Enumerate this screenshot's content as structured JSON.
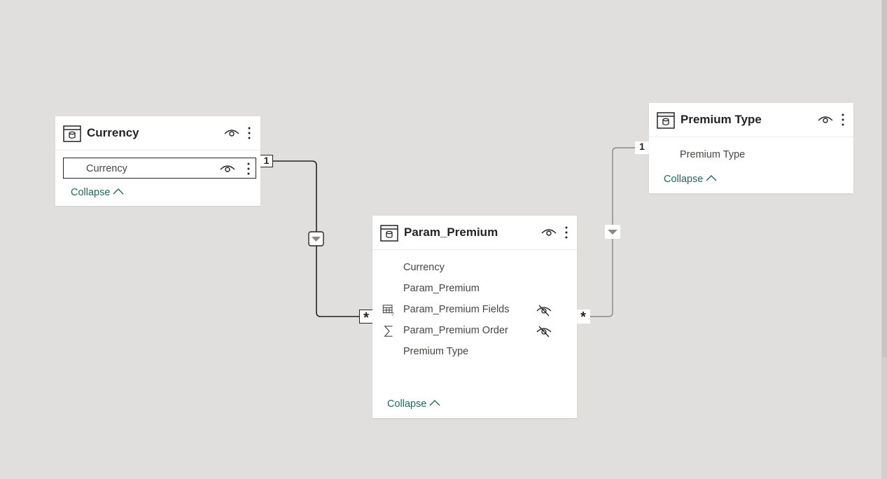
{
  "tables": {
    "currency": {
      "title": "Currency",
      "fields": [
        {
          "label": "Currency"
        }
      ],
      "collapse_label": "Collapse"
    },
    "param_premium": {
      "title": "Param_Premium",
      "fields": [
        {
          "label": "Currency",
          "icon": "none",
          "hidden": false
        },
        {
          "label": "Param_Premium",
          "icon": "none",
          "hidden": false
        },
        {
          "label": "Param_Premium Fields",
          "icon": "field-parameter-icon",
          "hidden": true
        },
        {
          "label": "Param_Premium Order",
          "icon": "sigma-icon",
          "hidden": true
        },
        {
          "label": "Premium Type",
          "icon": "none",
          "hidden": false
        }
      ],
      "collapse_label": "Collapse"
    },
    "premium_type": {
      "title": "Premium Type",
      "fields": [
        {
          "label": "Premium Type"
        }
      ],
      "collapse_label": "Collapse"
    }
  },
  "relationships": [
    {
      "from": "Currency",
      "to": "Param_Premium",
      "one_label": "1",
      "many_label": "*",
      "direction": "single",
      "active": true
    },
    {
      "from": "Premium Type",
      "to": "Param_Premium",
      "one_label": "1",
      "many_label": "*",
      "direction": "single",
      "active": true
    }
  ],
  "colors": {
    "canvas": "#e1dfdd",
    "card": "#ffffff",
    "accent_link": "#1e6b5e",
    "line_dark": "#252423",
    "line_light": "#8a8886"
  }
}
